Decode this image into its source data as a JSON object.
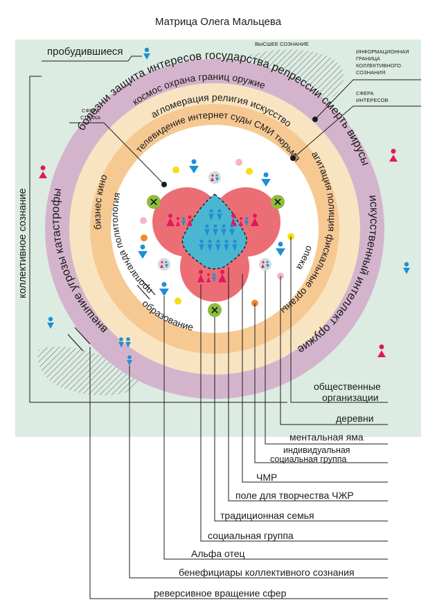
{
  "title": "Матрица Олега Мальцева",
  "colors": {
    "background": "#dcece2",
    "outer_ring": "#d4b4cc",
    "middle_ring": "#f9e4c2",
    "inner_ring": "#f6c993",
    "core": "#ffffff",
    "red_circle": "#ec6e75",
    "blue_shape": "#4bb6d1",
    "magenta": "#e2185b",
    "blue": "#1f8fd3"
  },
  "labels": {
    "awakened": "пробудившиеся",
    "higher_consciousness": "ВЫСШЕЕ СОЗНАНИЕ",
    "info_border": "ИНФОРМАЦИОННАЯ ГРАНИЦА КОЛЛЕКТИВНОГО СОЗНАНИЯ",
    "info_border_lines": [
      "ИНФОРМАЦИОННАЯ",
      "ГРАНИЦА",
      "КОЛЛЕКТИВНОГО",
      "СОЗНАНИЯ"
    ],
    "sphere_interests": "СФЕРА ИНТЕРЕСОВ",
    "sphere_interests_lines": [
      "СФЕРА",
      "ИНТЕРЕСОВ"
    ],
    "sphere_fear": "СФЕРА СТРАХА",
    "sphere_fear_lines": [
      "СФЕРА",
      "СТРАХА"
    ],
    "collective_consciousness": "коллективное сознание"
  },
  "outer_ring_words": {
    "top": "болезни  защита интересов государства  репрессии  смерть  вирусы",
    "right": "искусственный интеллект  оружие",
    "left": "внешние угрозы  катастрофы"
  },
  "middle_ring_words": {
    "top": "космос  охрана границ  оружие",
    "top_inner": "агломерация  религия  искусство",
    "left": "бизнес  кино",
    "right": "агитация  полиция  фискальные органы"
  },
  "inner_ring_words": {
    "top": "телевидение  интернет  суды  СМИ  тюрьма",
    "right": "опека",
    "left": "пропаганда  политология",
    "bottom": "образование"
  },
  "callouts": [
    {
      "text": "общественные"
    },
    {
      "text": "организации"
    },
    {
      "text": "деревни"
    },
    {
      "text": "ментальная яма"
    },
    {
      "text": "индивидуальная"
    },
    {
      "text": "социальная группа"
    },
    {
      "text": "ЧМР"
    },
    {
      "text": "поле для творчества ЧЖР"
    },
    {
      "text": "традиционная семья"
    },
    {
      "text": "социальная группа"
    },
    {
      "text": "Альфа отец"
    },
    {
      "text": "бенефициары коллективного сознания"
    },
    {
      "text": "реверсивное вращение сфер"
    }
  ]
}
